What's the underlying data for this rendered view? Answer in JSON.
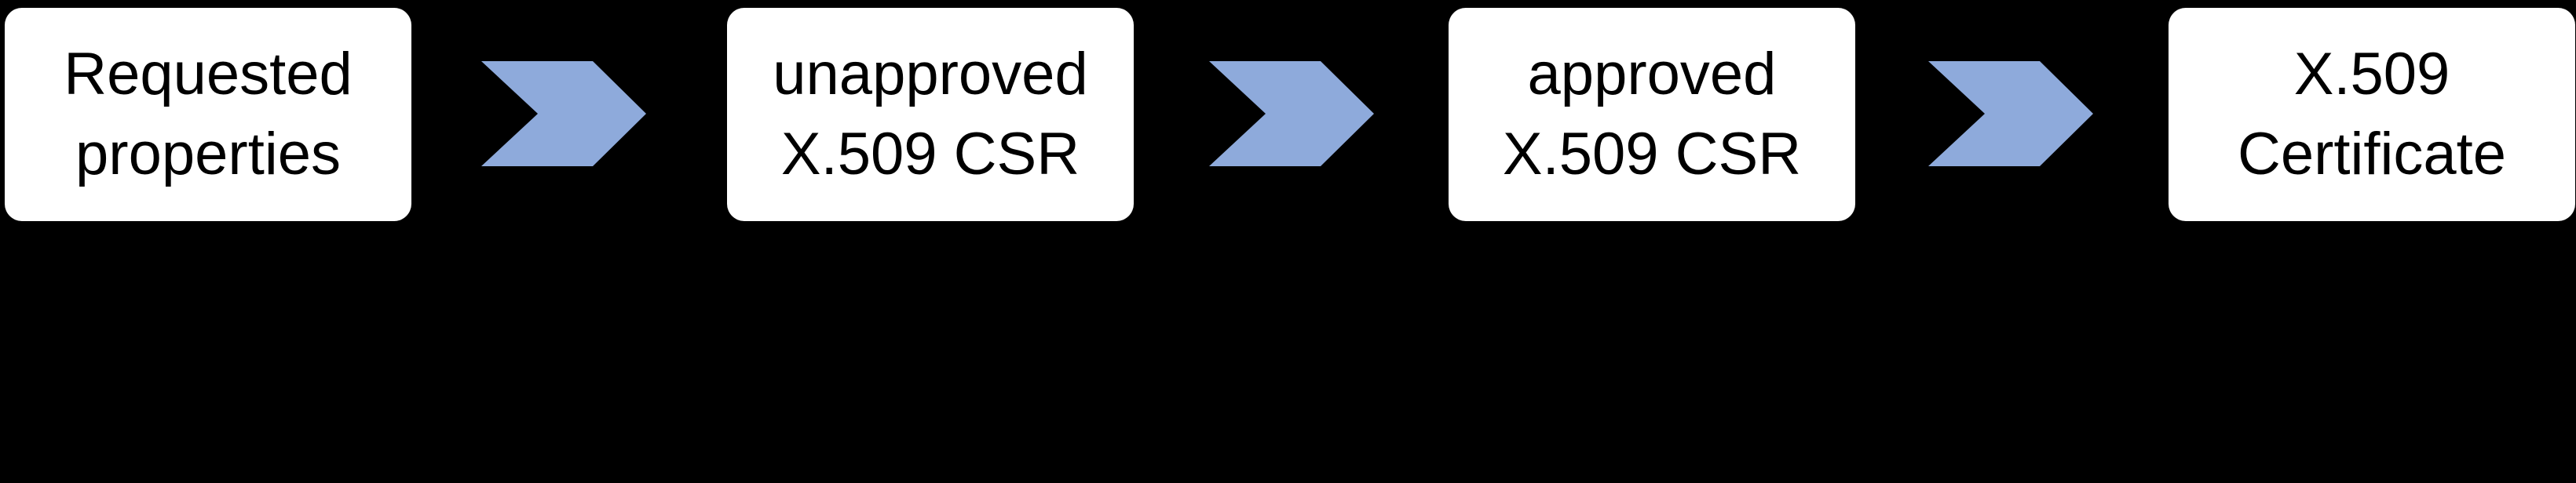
{
  "diagram": {
    "type": "horizontal-process-flow",
    "steps": [
      {
        "name": "requested-properties",
        "line1": "Requested",
        "line2": "properties",
        "label": "Requested properties"
      },
      {
        "name": "unapproved-x509-csr",
        "line1": "unapproved",
        "line2": "X.509 CSR",
        "label": "unapproved X.509 CSR"
      },
      {
        "name": "approved-x509-csr",
        "line1": "approved",
        "line2": "X.509 CSR",
        "label": "approved X.509 CSR"
      },
      {
        "name": "x509-certificate",
        "line1": "X.509",
        "line2": "Certificate",
        "label": "X.509 Certificate"
      }
    ],
    "connector": {
      "shape": "chevron-arrow",
      "direction": "right",
      "count": 3
    },
    "colors": {
      "background": "#000000",
      "box_fill": "#FFFFFF",
      "box_text": "#000000",
      "arrow_fill": "#8EAADB"
    }
  }
}
